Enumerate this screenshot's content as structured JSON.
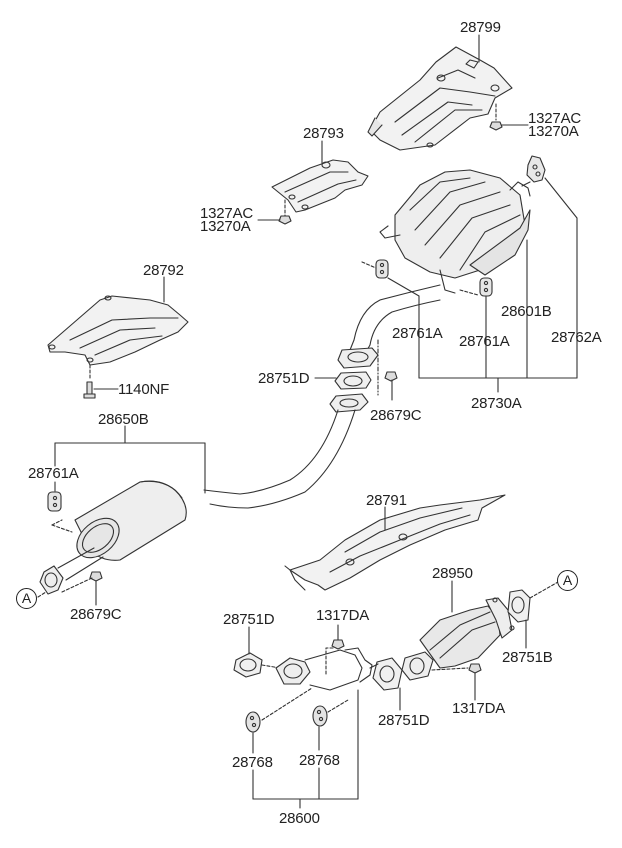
{
  "diagram": {
    "title": "Muffler & Exhaust Pipe",
    "line_color": "#333333",
    "part_fill": "#f2f2f2",
    "parts": [
      {
        "id": "heat-protector-rear",
        "number": "28799"
      },
      {
        "id": "nut-rear-1",
        "number": "1327AC"
      },
      {
        "id": "nut-rear-2",
        "number": "13270A"
      },
      {
        "id": "heat-protector-center",
        "number": "28793"
      },
      {
        "id": "nut-center-1",
        "number": "1327AC"
      },
      {
        "id": "nut-center-2",
        "number": "13270A"
      },
      {
        "id": "heat-protector-front",
        "number": "28792"
      },
      {
        "id": "bolt",
        "number": "1140NF"
      },
      {
        "id": "main-muffler-assy",
        "number": "28601B"
      },
      {
        "id": "hanger-a",
        "number": "28761A"
      },
      {
        "id": "hanger-b",
        "number": "28761A"
      },
      {
        "id": "hanger-bracket",
        "number": "28762A"
      },
      {
        "id": "rear-muffler-assy",
        "number": "28730A"
      },
      {
        "id": "gasket-center",
        "number": "28751D"
      },
      {
        "id": "nut-center-flange",
        "number": "28679C"
      },
      {
        "id": "center-muffler-assy",
        "number": "28650B"
      },
      {
        "id": "hanger-center",
        "number": "28761A"
      },
      {
        "id": "nut-front-flange",
        "number": "28679C"
      },
      {
        "id": "heat-protector-underbody",
        "number": "28791"
      },
      {
        "id": "catalytic-converter",
        "number": "28950"
      },
      {
        "id": "gasket-front",
        "number": "28751D"
      },
      {
        "id": "nut-front-pipe",
        "number": "1317DA"
      },
      {
        "id": "gasket-converter-front",
        "number": "28751D"
      },
      {
        "id": "nut-converter",
        "number": "1317DA"
      },
      {
        "id": "gasket-converter-rear",
        "number": "28751B"
      },
      {
        "id": "hanger-rubber-1",
        "number": "28768"
      },
      {
        "id": "hanger-rubber-2",
        "number": "28768"
      },
      {
        "id": "front-pipe-assy",
        "number": "28600"
      }
    ],
    "connectors": [
      {
        "id": "connector-left",
        "letter": "A"
      },
      {
        "id": "connector-right",
        "letter": "A"
      }
    ]
  }
}
